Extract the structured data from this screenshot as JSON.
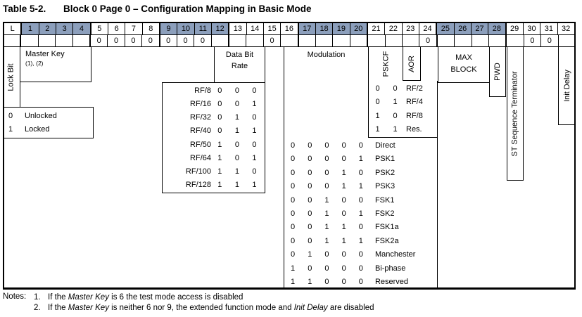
{
  "title": {
    "label": "Table 5-2.",
    "text": "Block 0 Page 0 – Configuration Mapping in Basic Mode"
  },
  "bit_header": {
    "cells": [
      "L",
      "1",
      "2",
      "3",
      "4",
      "5",
      "6",
      "7",
      "8",
      "9",
      "10",
      "11",
      "12",
      "13",
      "14",
      "15",
      "16",
      "17",
      "18",
      "19",
      "20",
      "21",
      "22",
      "23",
      "24",
      "25",
      "26",
      "27",
      "28",
      "29",
      "30",
      "31",
      "32"
    ],
    "shaded": [
      1,
      2,
      3,
      4,
      9,
      10,
      11,
      12,
      17,
      18,
      19,
      20,
      25,
      26,
      27,
      28
    ],
    "values": {
      "5": "0",
      "6": "0",
      "7": "0",
      "8": "0",
      "9": "0",
      "10": "0",
      "11": "0",
      "15": "0",
      "24": "0",
      "30": "0",
      "31": "0"
    },
    "shade_color": "#8C9FBC"
  },
  "fields": {
    "lock_bit": {
      "label": "Lock Bit"
    },
    "master_key": {
      "label": "Master Key",
      "note_refs": "(1), (2)"
    },
    "data_bit_rate": {
      "label": "Data Bit Rate"
    },
    "modulation": {
      "label": "Modulation"
    },
    "pskcf": {
      "label": "PSKCF"
    },
    "aor": {
      "label": "AOR"
    },
    "max_block": {
      "label": "MAX BLOCK"
    },
    "pwd": {
      "label": "PWD"
    },
    "st_sequence_terminator": {
      "label": "ST Sequence Terminator"
    },
    "init_delay": {
      "label": "Init Delay"
    }
  },
  "lock_values": [
    {
      "bit": "0",
      "label": "Unlocked"
    },
    {
      "bit": "1",
      "label": "Locked"
    }
  ],
  "data_rate_codes": [
    {
      "label": "RF/8",
      "bits": [
        "0",
        "0",
        "0"
      ]
    },
    {
      "label": "RF/16",
      "bits": [
        "0",
        "0",
        "1"
      ]
    },
    {
      "label": "RF/32",
      "bits": [
        "0",
        "1",
        "0"
      ]
    },
    {
      "label": "RF/40",
      "bits": [
        "0",
        "1",
        "1"
      ]
    },
    {
      "label": "RF/50",
      "bits": [
        "1",
        "0",
        "0"
      ]
    },
    {
      "label": "RF/64",
      "bits": [
        "1",
        "0",
        "1"
      ]
    },
    {
      "label": "RF/100",
      "bits": [
        "1",
        "1",
        "0"
      ]
    },
    {
      "label": "RF/128",
      "bits": [
        "1",
        "1",
        "1"
      ]
    }
  ],
  "modulation_codes": [
    {
      "bits": [
        "0",
        "0",
        "0",
        "0",
        "0"
      ],
      "label": "Direct"
    },
    {
      "bits": [
        "0",
        "0",
        "0",
        "0",
        "1"
      ],
      "label": "PSK1"
    },
    {
      "bits": [
        "0",
        "0",
        "0",
        "1",
        "0"
      ],
      "label": "PSK2"
    },
    {
      "bits": [
        "0",
        "0",
        "0",
        "1",
        "1"
      ],
      "label": "PSK3"
    },
    {
      "bits": [
        "0",
        "0",
        "1",
        "0",
        "0"
      ],
      "label": "FSK1"
    },
    {
      "bits": [
        "0",
        "0",
        "1",
        "0",
        "1"
      ],
      "label": "FSK2"
    },
    {
      "bits": [
        "0",
        "0",
        "1",
        "1",
        "0"
      ],
      "label": "FSK1a"
    },
    {
      "bits": [
        "0",
        "0",
        "1",
        "1",
        "1"
      ],
      "label": "FSK2a"
    },
    {
      "bits": [
        "0",
        "1",
        "0",
        "0",
        "0"
      ],
      "label": "Manchester"
    },
    {
      "bits": [
        "1",
        "0",
        "0",
        "0",
        "0"
      ],
      "label": "Bi-phase"
    },
    {
      "bits": [
        "1",
        "1",
        "0",
        "0",
        "0"
      ],
      "label": "Reserved"
    }
  ],
  "pskcf_codes": [
    {
      "bits": [
        "0",
        "0"
      ],
      "label": "RF/2"
    },
    {
      "bits": [
        "0",
        "1"
      ],
      "label": "RF/4"
    },
    {
      "bits": [
        "1",
        "0"
      ],
      "label": "RF/8"
    },
    {
      "bits": [
        "1",
        "1"
      ],
      "label": "Res."
    }
  ],
  "notes": {
    "heading": "Notes:",
    "items": [
      {
        "num": "1.",
        "parts": [
          {
            "text": "If the ",
            "italic": false
          },
          {
            "text": "Master Key",
            "italic": true
          },
          {
            "text": " is 6 the test mode access is disabled",
            "italic": false
          }
        ]
      },
      {
        "num": "2.",
        "parts": [
          {
            "text": "If the ",
            "italic": false
          },
          {
            "text": "Master Key",
            "italic": true
          },
          {
            "text": " is neither 6 nor 9, the extended function mode and ",
            "italic": false
          },
          {
            "text": "Init Delay",
            "italic": true
          },
          {
            "text": " are disabled",
            "italic": false
          }
        ]
      }
    ]
  }
}
